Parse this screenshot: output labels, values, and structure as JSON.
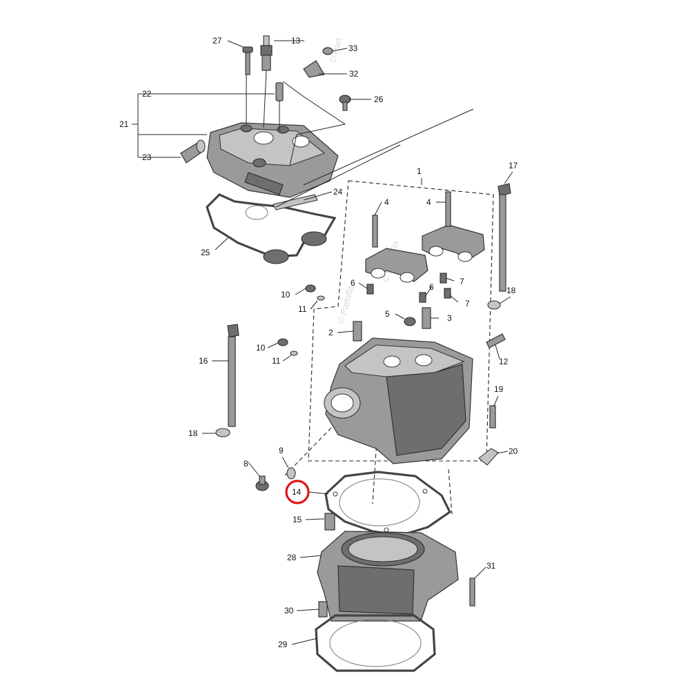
{
  "diagram": {
    "watermarks": [
      "© Part",
      "© PartsFla",
      "© Partsfla"
    ],
    "highlighted_callout": "14",
    "highlight_color": "#e0141b",
    "callouts": [
      {
        "id": "c1",
        "label": "1"
      },
      {
        "id": "c2",
        "label": "2"
      },
      {
        "id": "c3",
        "label": "3"
      },
      {
        "id": "c4a",
        "label": "4"
      },
      {
        "id": "c4b",
        "label": "4"
      },
      {
        "id": "c5",
        "label": "5"
      },
      {
        "id": "c6a",
        "label": "6"
      },
      {
        "id": "c6b",
        "label": "6"
      },
      {
        "id": "c7a",
        "label": "7"
      },
      {
        "id": "c7b",
        "label": "7"
      },
      {
        "id": "c8",
        "label": "8"
      },
      {
        "id": "c9",
        "label": "9"
      },
      {
        "id": "c10a",
        "label": "10"
      },
      {
        "id": "c10b",
        "label": "10"
      },
      {
        "id": "c11a",
        "label": "11"
      },
      {
        "id": "c11b",
        "label": "11"
      },
      {
        "id": "c12",
        "label": "12"
      },
      {
        "id": "c13",
        "label": "13"
      },
      {
        "id": "c14",
        "label": "14"
      },
      {
        "id": "c15",
        "label": "15"
      },
      {
        "id": "c16",
        "label": "16"
      },
      {
        "id": "c17",
        "label": "17"
      },
      {
        "id": "c18a",
        "label": "18"
      },
      {
        "id": "c18b",
        "label": "18"
      },
      {
        "id": "c19",
        "label": "19"
      },
      {
        "id": "c20",
        "label": "20"
      },
      {
        "id": "c21",
        "label": "21"
      },
      {
        "id": "c22",
        "label": "22"
      },
      {
        "id": "c23",
        "label": "23"
      },
      {
        "id": "c24",
        "label": "24"
      },
      {
        "id": "c25",
        "label": "25"
      },
      {
        "id": "c26",
        "label": "26"
      },
      {
        "id": "c27",
        "label": "27"
      },
      {
        "id": "c28",
        "label": "28"
      },
      {
        "id": "c29",
        "label": "29"
      },
      {
        "id": "c30",
        "label": "30"
      },
      {
        "id": "c31",
        "label": "31"
      },
      {
        "id": "c32",
        "label": "32"
      },
      {
        "id": "c33",
        "label": "33"
      }
    ]
  }
}
